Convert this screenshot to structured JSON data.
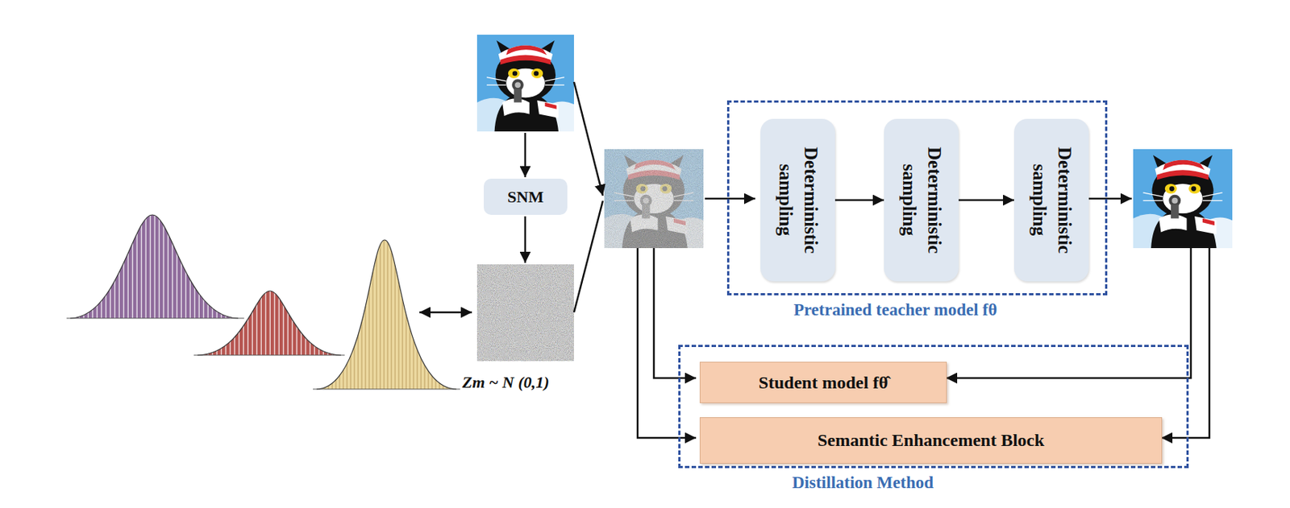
{
  "diagram": {
    "nodes": [
      {
        "text": [
          "SNM"
        ]
      },
      {
        "text": [
          "Pretrained teacher model fθ"
        ]
      },
      {
        "text": [
          "Deterministic sampling"
        ],
        "in": 1
      },
      {
        "text": [
          "Deterministic sampling"
        ],
        "in": 1
      },
      {
        "text": [
          "Deterministic sampling"
        ],
        "in": 1
      },
      {
        "text": [
          "Distillation Method"
        ]
      },
      {
        "text": [
          "Student model fθ̂"
        ],
        "in": 5
      },
      {
        "text": [
          "Semantic Enhancement Block"
        ],
        "in": 5
      }
    ],
    "edges": [
      {
        "from": 2,
        "to": 3,
        "arrow": "to"
      },
      {
        "from": 3,
        "to": 4,
        "arrow": "to"
      }
    ],
    "labels": [
      "Zm ~ N (0,1)"
    ]
  }
}
